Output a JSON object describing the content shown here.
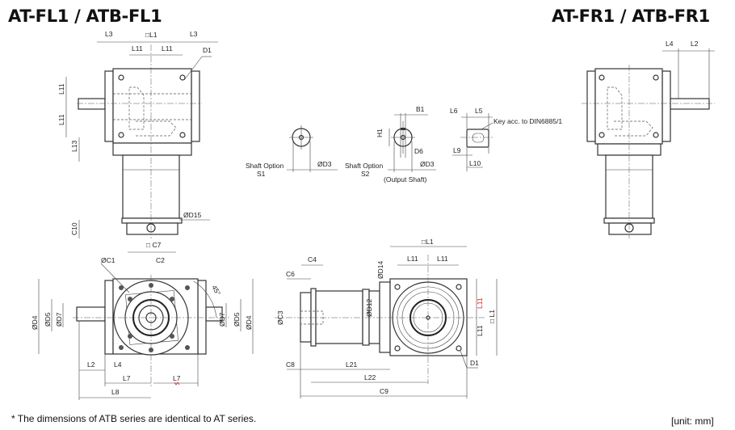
{
  "titles": {
    "left": "AT-FL1 / ATB-FL1",
    "right": "AT-FR1 / ATB-FR1"
  },
  "footnote": "* The dimensions of ATB series are identical to AT series.",
  "unit": "[unit: mm]",
  "top_left_view": {
    "l3a": "L3",
    "l1": "□L1",
    "l3b": "L3",
    "l11a": "L11",
    "l11b": "L11",
    "d1": "D1",
    "l11c": "L11",
    "l11d": "L11",
    "l13": "L13",
    "d15": "ØD15",
    "c10": "C10"
  },
  "top_right_view": {
    "l4": "L4",
    "l2": "L2"
  },
  "shaft_options": {
    "b1": "B1",
    "l6": "L6",
    "l5": "L5",
    "key": "Key acc. to DIN6885/1",
    "h1": "H1",
    "d6": "D6",
    "l9": "L9",
    "l10": "L10",
    "s1_label": "Shaft Option",
    "s1": "S1",
    "d3a": "ØD3",
    "s2_label": "Shaft Option",
    "s2": "S2",
    "d3b": "ØD3",
    "output": "(Output Shaft)"
  },
  "bottom_left_view": {
    "c7": "□ C7",
    "c1": "ØC1",
    "c2": "C2",
    "angle": "45°",
    "d4a": "ØD4",
    "d5a": "ØD5",
    "d7a": "ØD7",
    "d7b": "ØD7",
    "d5b": "ØD5",
    "d4b": "ØD4",
    "l2": "L2",
    "l4": "L4",
    "l7a": "L7",
    "l7b": "L7",
    "l8": "L8"
  },
  "bottom_right_view": {
    "l1": "□L1",
    "d14": "ØD14",
    "l11a": "L11",
    "l11b": "L11",
    "c4": "C4",
    "c6": "C6",
    "c3": "ØC3",
    "d12": "ØD12",
    "l11c": "L11",
    "l11d": "L11",
    "l1v": "□ L1",
    "d1": "D1",
    "c8": "C8",
    "l21": "L21",
    "l22": "L22",
    "c9": "C9"
  }
}
